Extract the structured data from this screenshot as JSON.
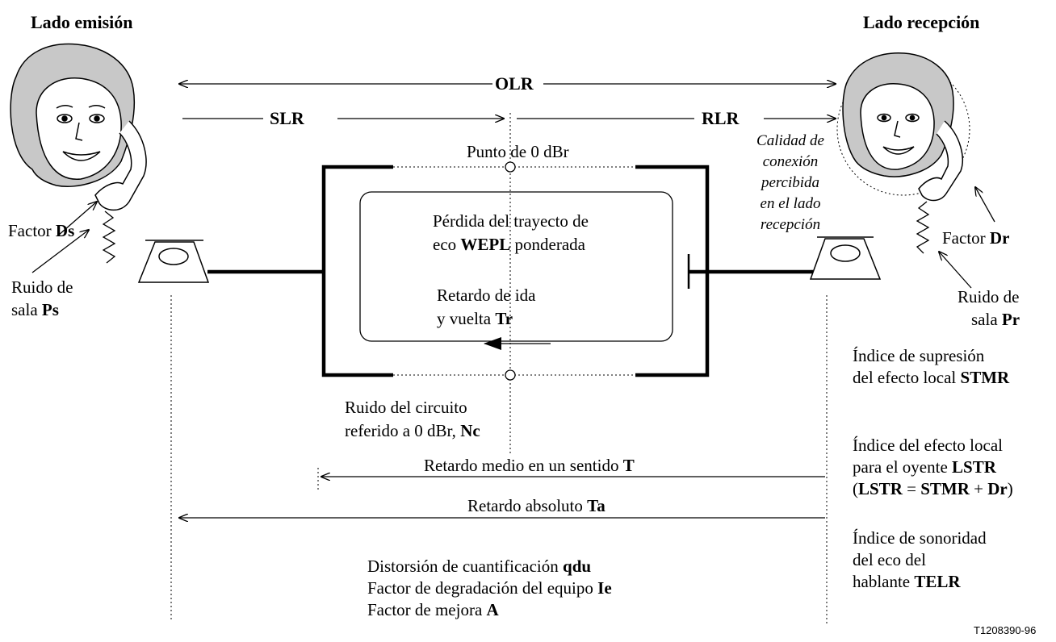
{
  "headers": {
    "left": "Lado emisión",
    "right": "Lado recepción"
  },
  "ratings": {
    "olr": "OLR",
    "slr": "SLR",
    "rlr": "RLR"
  },
  "zero_point": "Punto de 0 dBr",
  "perceived_quality": [
    "Calidad de",
    "conexión",
    "percibida",
    "en el lado",
    "recepción"
  ],
  "ds": {
    "pre": "Factor ",
    "val": "Ds"
  },
  "dr": {
    "pre": "Factor ",
    "val": "Dr"
  },
  "ps": {
    "l1": "Ruido de",
    "l2_pre": "sala ",
    "l2_val": "Ps"
  },
  "pr": {
    "l1": "Ruido de",
    "l2_pre": "sala ",
    "l2_val": "Pr"
  },
  "wepl": {
    "l1": "Pérdida del trayecto de",
    "l2_pre": "eco ",
    "l2_val": "WEPL",
    "l2_post": " ponderada"
  },
  "tr": {
    "l1": "Retardo de ida",
    "l2_pre": "y vuelta ",
    "l2_val": "Tr"
  },
  "nc": {
    "l1": "Ruido del circuito",
    "l2_pre": "referido a 0 dBr, ",
    "l2_val": "Nc"
  },
  "t_delay": {
    "pre": "Retardo medio en un sentido ",
    "val": "T"
  },
  "ta_delay": {
    "pre": "Retardo absoluto ",
    "val": "Ta"
  },
  "bottom": {
    "qdu_pre": "Distorsión de cuantificación ",
    "qdu_val": "qdu",
    "ie_pre": "Factor de degradación del equipo ",
    "ie_val": "Ie",
    "a_pre": "Factor de mejora ",
    "a_val": "A"
  },
  "stmr": {
    "l1": "Índice de supresión",
    "l2_pre": "del efecto local ",
    "l2_val": "STMR"
  },
  "lstr": {
    "l1": "Índice del efecto local",
    "l2_pre": "para el oyente ",
    "l2_val": "LSTR",
    "l3_a": "(",
    "l3_b": "LSTR",
    "l3_c": " = ",
    "l3_d": "STMR",
    "l3_e": " + ",
    "l3_f": "Dr",
    "l3_g": ")"
  },
  "telr": {
    "l1": "Índice de sonoridad",
    "l2": "del eco del",
    "l3_pre": "hablante ",
    "l3_val": "TELR"
  },
  "figure_ref": "T1208390-96"
}
